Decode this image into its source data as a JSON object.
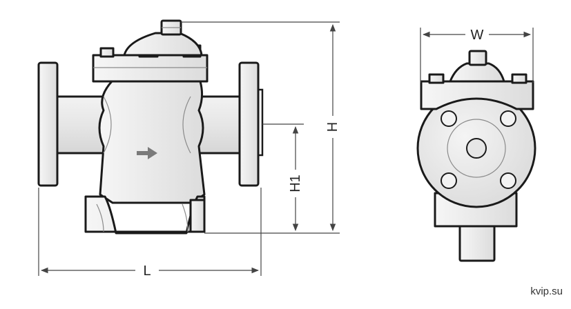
{
  "dimensions": {
    "length_label": "L",
    "height_label": "H",
    "inlet_height_label": "H1",
    "width_label": "W"
  },
  "credit": "kvip.su",
  "colors": {
    "body_fill": "#ececec",
    "outline": "#1a1a1a",
    "dimension_line": "#444444",
    "flow_arrow": "#7a7a7a"
  },
  "icons": {
    "flow_direction": "right-arrow"
  }
}
